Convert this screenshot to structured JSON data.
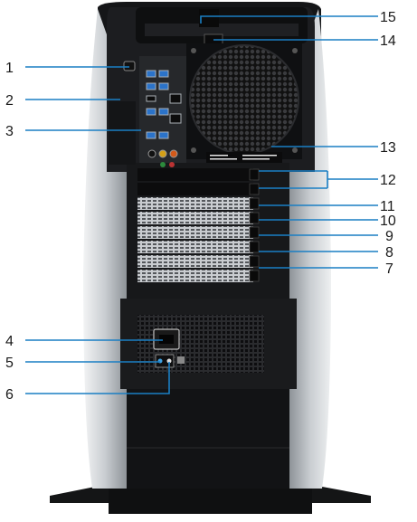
{
  "callouts": {
    "c1": "1",
    "c2": "2",
    "c3": "3",
    "c4": "4",
    "c5": "5",
    "c6": "6",
    "c7": "7",
    "c8": "8",
    "c9": "9",
    "c10": "10",
    "c11": "11",
    "c12": "12",
    "c13": "13",
    "c14": "14",
    "c15": "15"
  },
  "colors": {
    "leader": "#1a7fc4",
    "chassis_silver": "#d7dadd",
    "chassis_dark": "#121315",
    "panel": "#1c1d20"
  }
}
